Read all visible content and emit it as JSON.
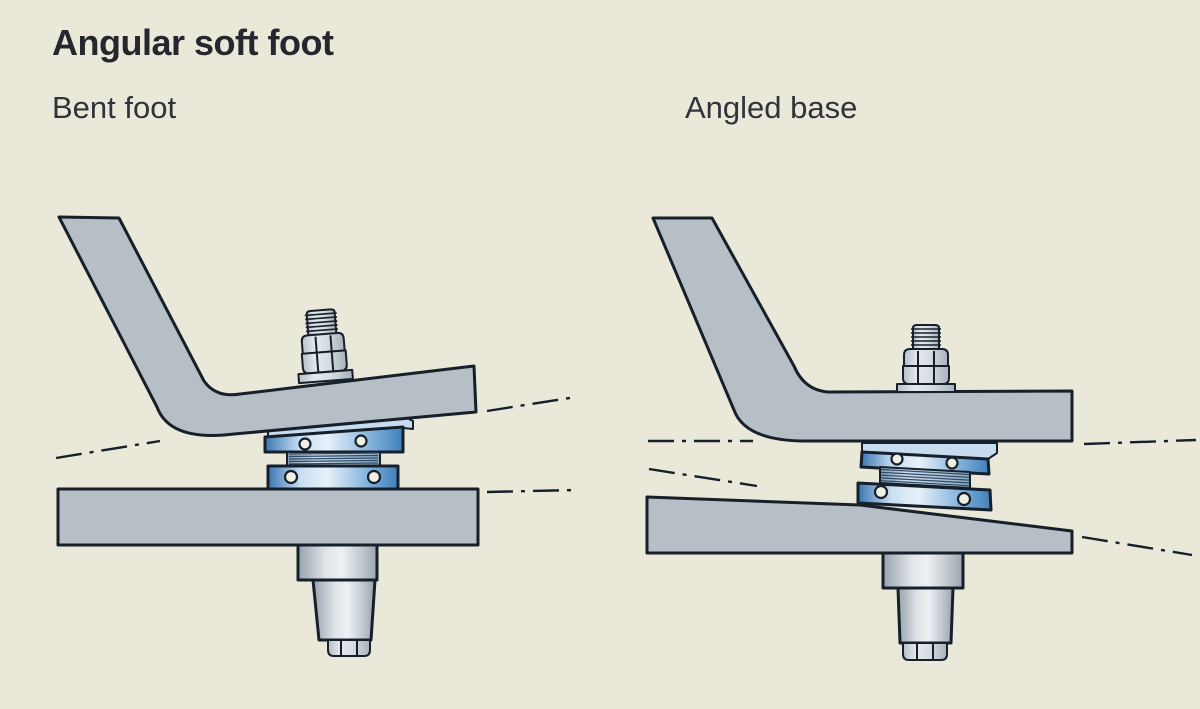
{
  "page": {
    "title": "Angular soft foot"
  },
  "figures": [
    {
      "id": "bent-foot",
      "label": "Bent foot"
    },
    {
      "id": "angled-base",
      "label": "Angled base"
    }
  ],
  "colors": {
    "background": "#eae8d9",
    "outline": "#15202b",
    "metal_gray": "#b6bec6",
    "metal_light": "#e9edf0",
    "metal_dark": "#97a1aa",
    "accent_blue_dark": "#3a76b2",
    "accent_blue_light": "#dcebf7",
    "accent_blue_mid": "#7fb0da",
    "wedge_blue": "#c8dcf0",
    "thread_gray_blue": "#aec4d6",
    "hole_fill": "#f2f0e2",
    "title_text": "#26272e",
    "label_text": "#32333a"
  }
}
